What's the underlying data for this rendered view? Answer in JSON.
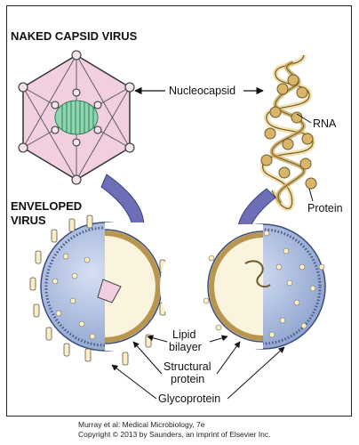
{
  "headings": {
    "naked": "NAKED CAPSID VIRUS",
    "enveloped_line1": "ENVELOPED",
    "enveloped_line2": "VIRUS"
  },
  "labels": {
    "nucleocapsid": "Nucleocapsid",
    "rna": "RNA",
    "protein": "Protein",
    "lipid_line1": "Lipid",
    "lipid_line2": "bilayer",
    "structural_line1": "Structural",
    "structural_line2": "protein",
    "glycoprotein": "Glycoprotein"
  },
  "credit": {
    "line1": "Murray et al: Medical Microbiology, 7e",
    "line2": "Copyright © 2013 by Saunders, an imprint of Elsevier Inc."
  },
  "colors": {
    "capsid_fill": "#f1cfe0",
    "rna_green": "#8fd6b0",
    "protein_tan": "#d9b56a",
    "envelope_blue": "#b9c8e6",
    "arrow_blue": "#6c6fb8",
    "spike_cream": "#fbeec3"
  }
}
